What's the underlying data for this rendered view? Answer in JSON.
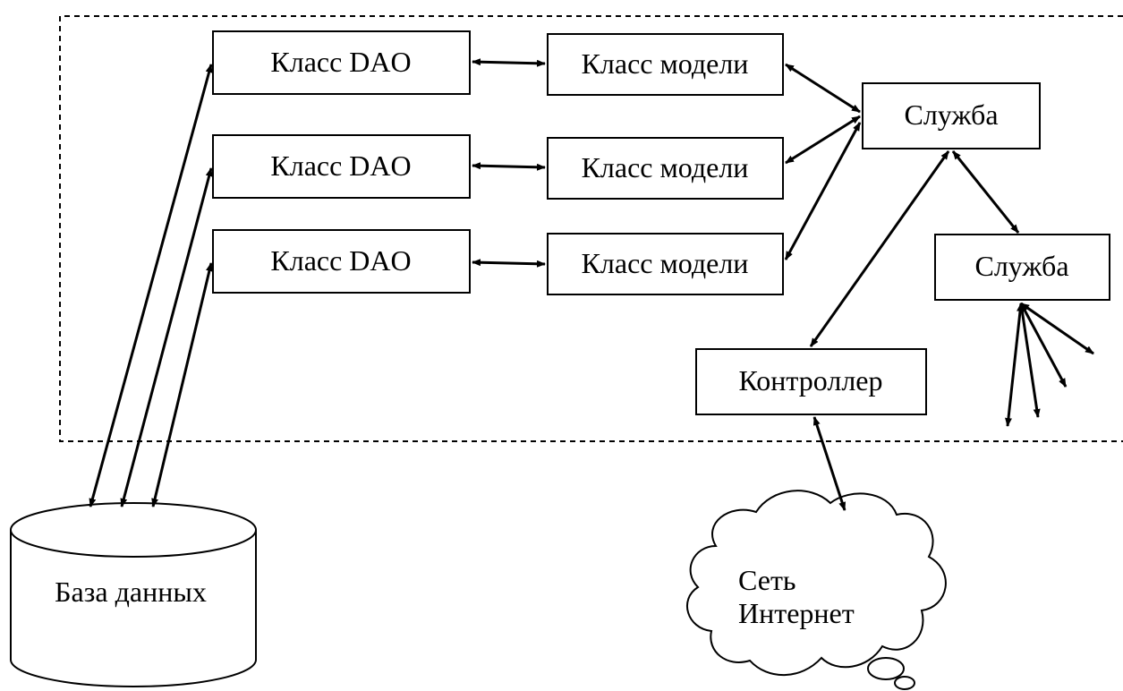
{
  "diagram": {
    "dao_label": "Класс DAO",
    "model_label": "Класс модели",
    "service_label": "Служба",
    "controller_label": "Контроллер",
    "database_label": "База данных",
    "internet_line1": "Сеть",
    "internet_line2": "Интернет"
  },
  "colors": {
    "stroke": "#000000",
    "background": "#ffffff"
  }
}
